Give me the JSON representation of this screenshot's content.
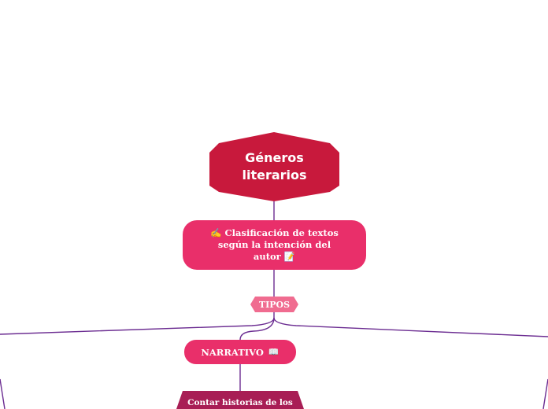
{
  "colors": {
    "root": "#c8193c",
    "main": "#e92f6a",
    "tipos": "#f06c90",
    "sub": "#a81e55",
    "connector": "#6b2c91"
  },
  "nodes": {
    "root": {
      "label": "Géneros literarios"
    },
    "main": {
      "icon_left": "✍️",
      "label": "Clasificación de textos según la intención del autor",
      "icon_right": "📝"
    },
    "tipos": {
      "label": "TIPOS"
    },
    "narrativo": {
      "label": "NARRATIVO",
      "icon": "📖"
    },
    "sub": {
      "label": "Contar historias de los"
    }
  }
}
